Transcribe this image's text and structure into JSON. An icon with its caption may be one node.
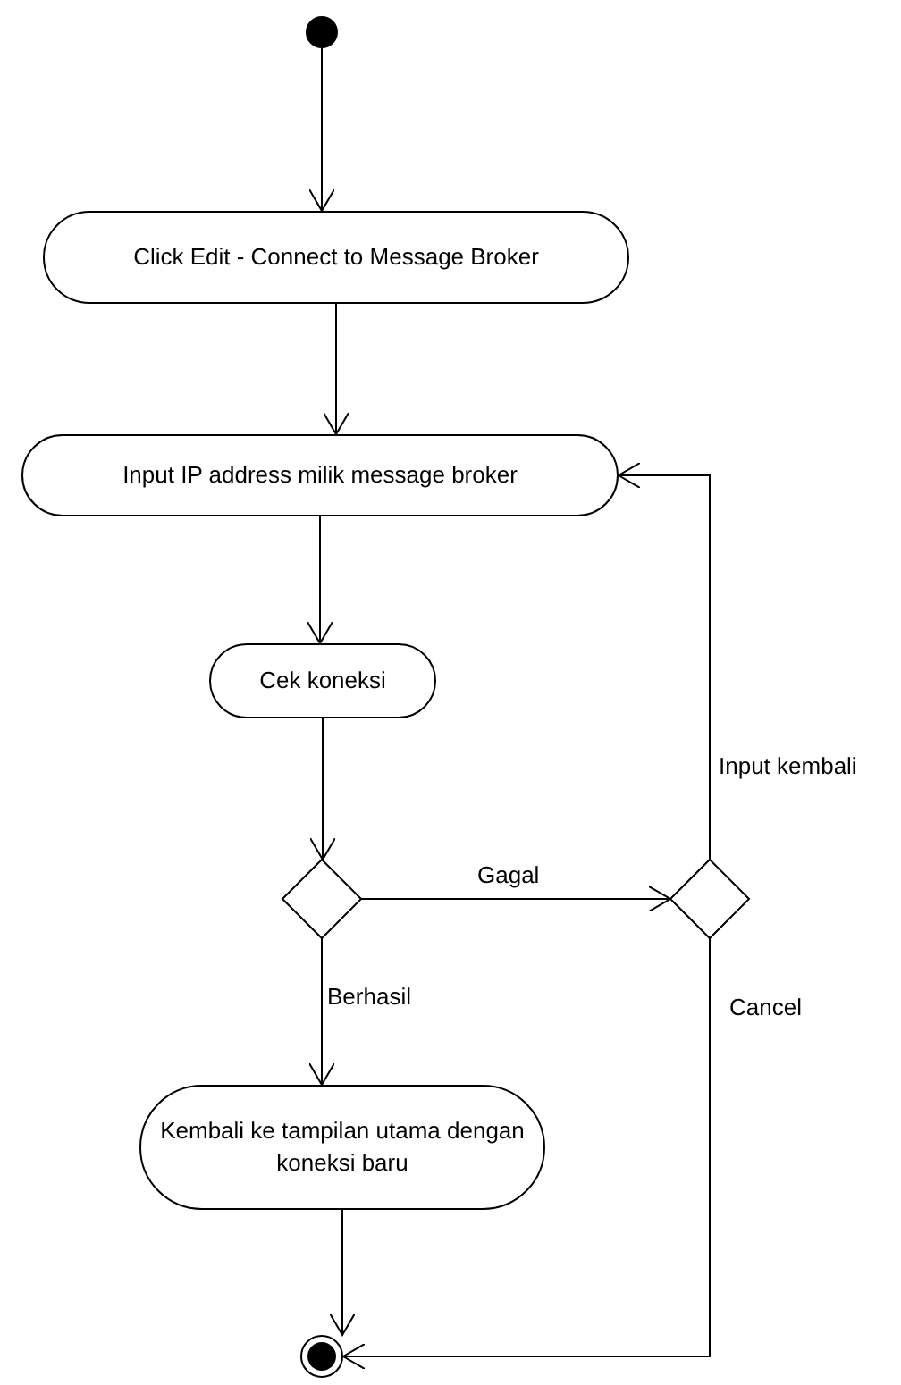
{
  "diagram": {
    "nodes": [
      {
        "text": [],
        "shape": "circle"
      },
      {
        "text": [
          "Click Edit - Connect to Message Broker"
        ]
      },
      {
        "text": [
          "Input IP address milik message broker"
        ]
      },
      {
        "text": [
          "Cek koneksi"
        ]
      },
      {
        "text": [],
        "shape": "diamond"
      },
      {
        "text": [],
        "shape": "diamond"
      },
      {
        "text": [
          "Kembali ke tampilan utama dengan koneksi baru"
        ]
      },
      {
        "text": [],
        "shape": "circle"
      }
    ],
    "edges": [
      {
        "from": 0,
        "to": 1,
        "arrow": "to"
      },
      {
        "from": 1,
        "to": 2,
        "arrow": "to"
      },
      {
        "from": 2,
        "to": 3,
        "arrow": "to"
      },
      {
        "from": 3,
        "to": 4,
        "arrow": "to"
      },
      {
        "from": 4,
        "to": 5,
        "arrow": "to",
        "label": "Gagal"
      },
      {
        "from": 4,
        "to": 6,
        "arrow": "to",
        "label": "Berhasil"
      },
      {
        "from": 5,
        "to": 2,
        "arrow": "to",
        "label": "Input kembali"
      },
      {
        "from": 5,
        "to": 7,
        "arrow": "to",
        "label": "Cancel"
      },
      {
        "from": 6,
        "to": 7,
        "arrow": "to"
      }
    ]
  }
}
